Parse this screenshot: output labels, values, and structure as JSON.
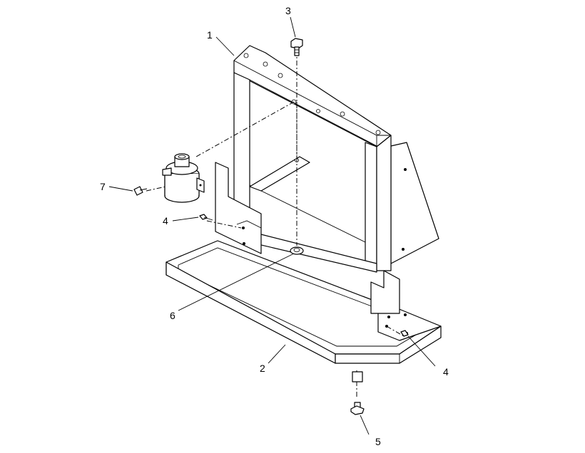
{
  "diagram": {
    "callouts": [
      {
        "id": "c1",
        "label": "1"
      },
      {
        "id": "c2",
        "label": "2"
      },
      {
        "id": "c3",
        "label": "3"
      },
      {
        "id": "c4a",
        "label": "4"
      },
      {
        "id": "c4b",
        "label": "4"
      },
      {
        "id": "c5",
        "label": "5"
      },
      {
        "id": "c6",
        "label": "6"
      },
      {
        "id": "c7",
        "label": "7"
      }
    ]
  }
}
